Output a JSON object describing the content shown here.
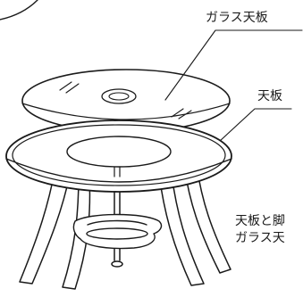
{
  "labels": {
    "glass_top": "ガラス天板",
    "table_top": "天板"
  },
  "note": {
    "line1": "天板と脚",
    "line2": "ガラス天"
  },
  "colors": {
    "line": "#1a1a1a",
    "fill": "#ffffff"
  }
}
